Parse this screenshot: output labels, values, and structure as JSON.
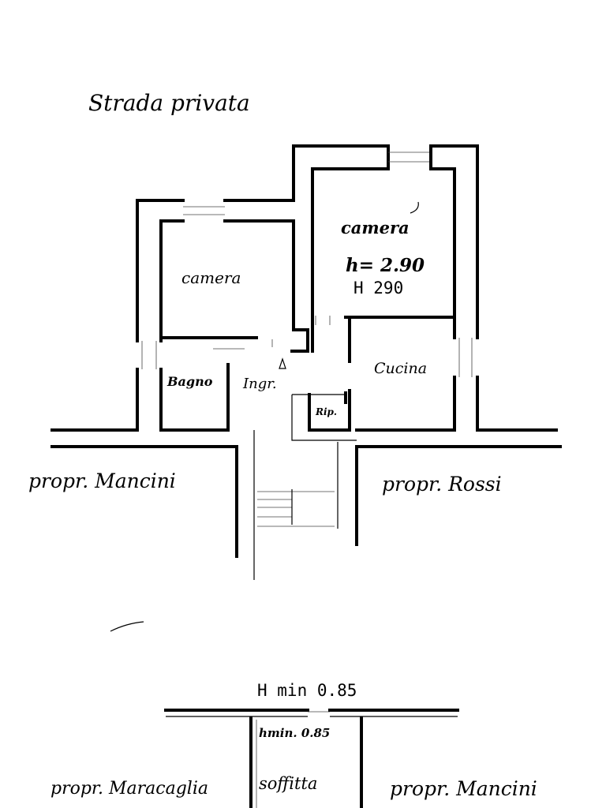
{
  "labels": {
    "street": "Strada privata",
    "room_left": "camera",
    "room_right": "camera",
    "height_hand": "h= 2.90",
    "height_typed": "H 290",
    "kitchen": "Cucina",
    "bath": "Bagno",
    "entry": "Ingr.",
    "storage": "Rip.",
    "neighbor_left": "propr. Mancini",
    "neighbor_right": "propr. Rossi",
    "attic_height_typed": "H min 0.85",
    "attic_height_hand": "hmin. 0.85",
    "attic": "soffitta",
    "attic_neighbor_left": "propr. Maracaglia",
    "attic_neighbor_right": "propr. Mancini"
  }
}
